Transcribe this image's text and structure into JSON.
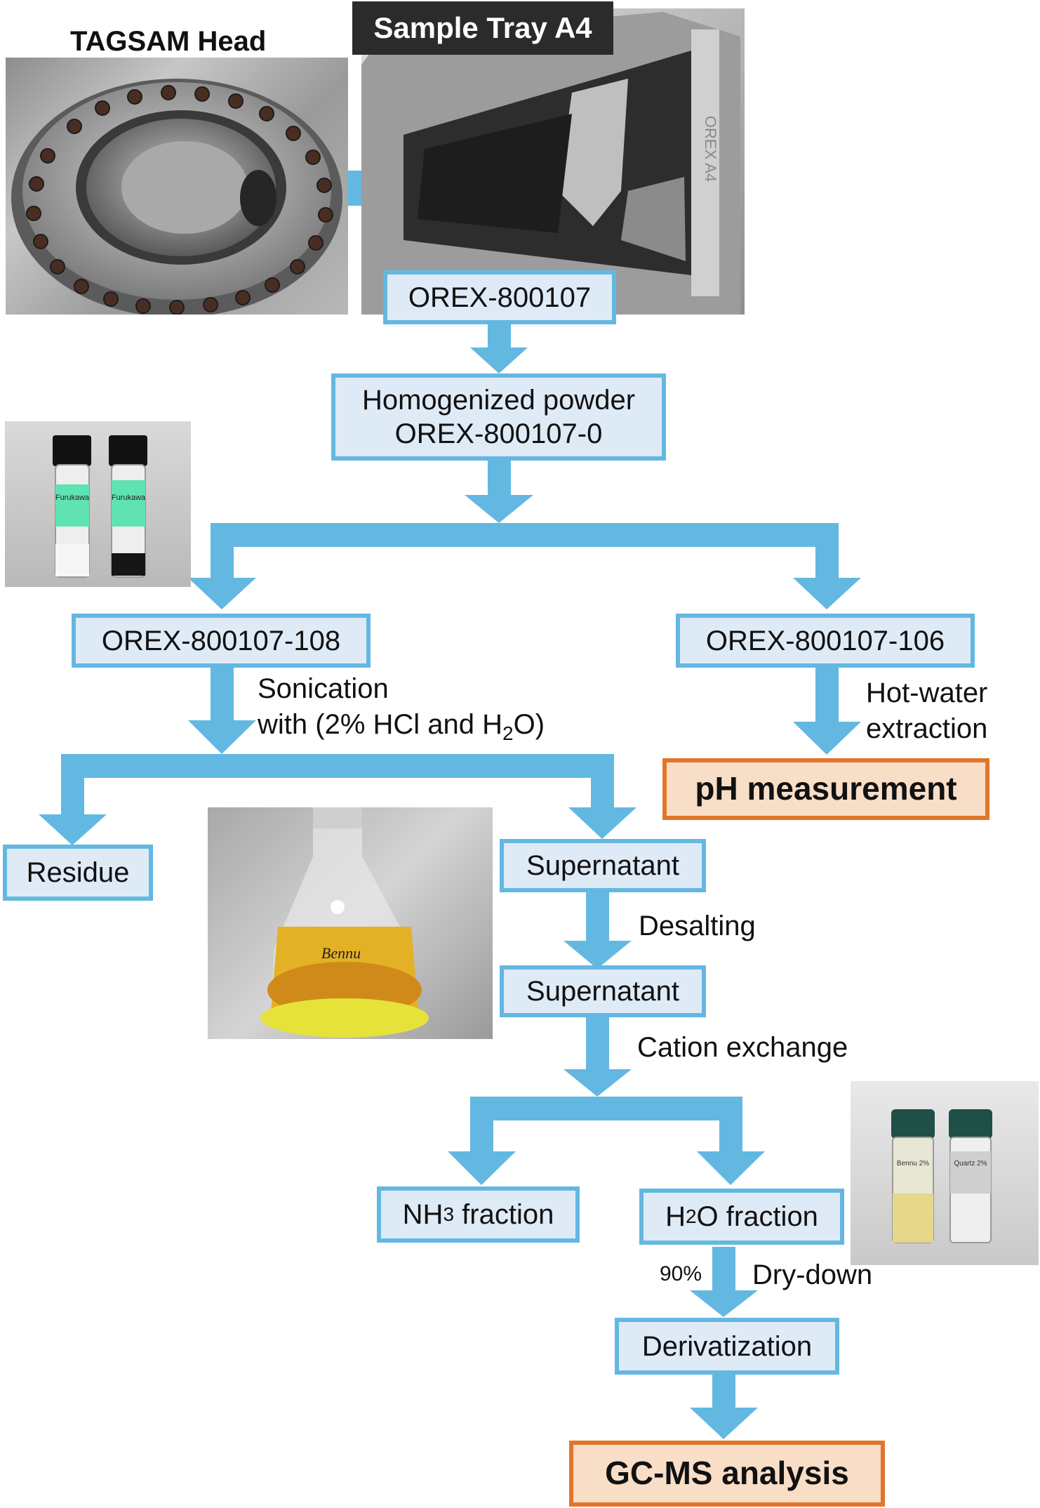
{
  "photos": {
    "tagsam_title": "TAGSAM Head",
    "tray_title": "Sample Tray A4",
    "tray_engraving": "OREX A4",
    "vial_labels": [
      "Furukawa",
      "Furukawa"
    ],
    "flask_label": "Bennu",
    "small_vial_labels": [
      "Bennu 2%",
      "Quartz 2%"
    ]
  },
  "nodes": {
    "orex": "OREX-800107",
    "homogenized_line1": "Homogenized powder",
    "homogenized_line2": "OREX-800107-0",
    "orex108": "OREX-800107-108",
    "orex106": "OREX-800107-106",
    "ph": "pH measurement",
    "residue": "Residue",
    "supernatant1": "Supernatant",
    "supernatant2": "Supernatant",
    "nh3": {
      "prefix": "NH",
      "sub": "3",
      "suffix": " fraction"
    },
    "h2o": {
      "prefix": "H",
      "sub": "2",
      "suffix": "O fraction"
    },
    "derivatization": "Derivatization",
    "gcms": "GC-MS analysis"
  },
  "edge_labels": {
    "sonication_line1": "Sonication",
    "sonication_line2": {
      "prefix": "with (2% HCl and H",
      "sub": "2",
      "suffix": "O)"
    },
    "hotwater_line1": "Hot-water",
    "hotwater_line2": "extraction",
    "desalting": "Desalting",
    "cation": "Cation exchange",
    "percent": "90%",
    "drydown": "Dry-down"
  },
  "colors": {
    "arrow": "#63b8e1",
    "step_fill": "#dfeaf7",
    "step_border": "#63b8e1",
    "result_fill": "#f8ddc7",
    "result_border": "#e1762b",
    "title_bar": "#2b2b2b"
  }
}
